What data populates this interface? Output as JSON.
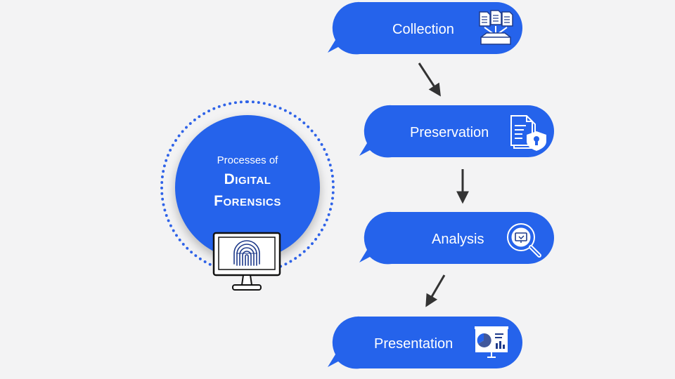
{
  "hub": {
    "subtitle": "Processes of",
    "title_line1": "Digital",
    "title_line2": "Forensics",
    "icon": "fingerprint-monitor-icon"
  },
  "steps": [
    {
      "label": "Collection",
      "icon": "documents-into-tray-icon"
    },
    {
      "label": "Preservation",
      "icon": "document-shield-lock-icon"
    },
    {
      "label": "Analysis",
      "icon": "magnifier-icon"
    },
    {
      "label": "Presentation",
      "icon": "presentation-board-icon"
    }
  ],
  "colors": {
    "bubble": "#2563eb",
    "ring": "#2f63e8",
    "arrow": "#333333",
    "background": "#f3f3f4",
    "text": "#ffffff"
  }
}
